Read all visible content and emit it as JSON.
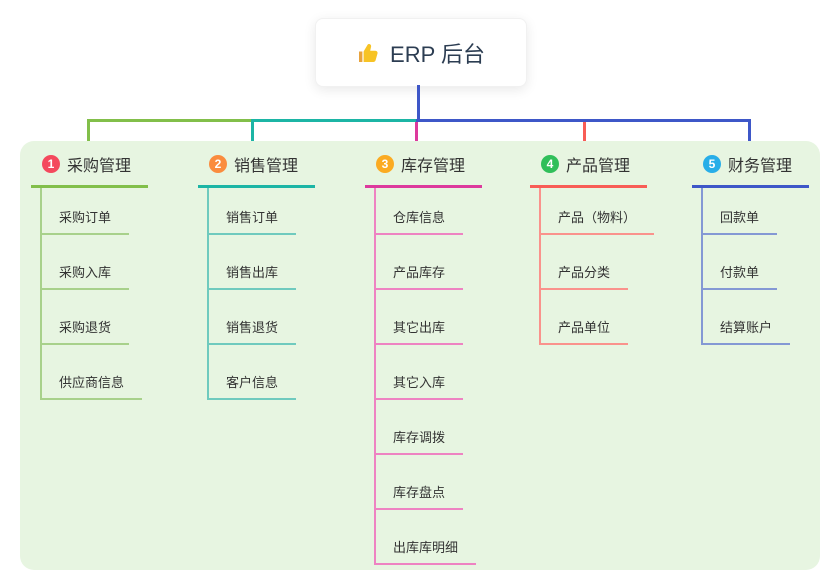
{
  "root": {
    "title": "ERP 后台",
    "icon": "thumbs-up-icon",
    "icon_color": "#f7c325"
  },
  "branches": [
    {
      "badge": "1",
      "label": "采购管理",
      "badge_color": "#f4495d",
      "line_color": "#82bf4a",
      "child_line_color": "#a8d18b",
      "children": [
        "采购订单",
        "采购入库",
        "采购退货",
        "供应商信息"
      ]
    },
    {
      "badge": "2",
      "label": "销售管理",
      "badge_color": "#fa8c3e",
      "line_color": "#1cb5a5",
      "child_line_color": "#6fcabe",
      "children": [
        "销售订单",
        "销售出库",
        "销售退货",
        "客户信息"
      ]
    },
    {
      "badge": "3",
      "label": "库存管理",
      "badge_color": "#fbab22",
      "line_color": "#dd3a9d",
      "child_line_color": "#ee83c2",
      "children": [
        "仓库信息",
        "产品库存",
        "其它出库",
        "其它入库",
        "库存调拨",
        "库存盘点",
        "出库库明细"
      ]
    },
    {
      "badge": "4",
      "label": "产品管理",
      "badge_color": "#30bf5a",
      "line_color": "#f85d56",
      "child_line_color": "#fa928c",
      "children": [
        "产品（物料）",
        "产品分类",
        "产品单位"
      ]
    },
    {
      "badge": "5",
      "label": "财务管理",
      "badge_color": "#28aee8",
      "line_color": "#3e57c8",
      "child_line_color": "#8498d4",
      "children": [
        "回款单",
        "付款单",
        "结算账户"
      ]
    }
  ],
  "colors": {
    "canvas_background": "#ffffff",
    "panel_background": "#e7f5e1",
    "root_connector": "#3e57c8",
    "root_text": "#2c3d52",
    "item_text": "#333333"
  }
}
